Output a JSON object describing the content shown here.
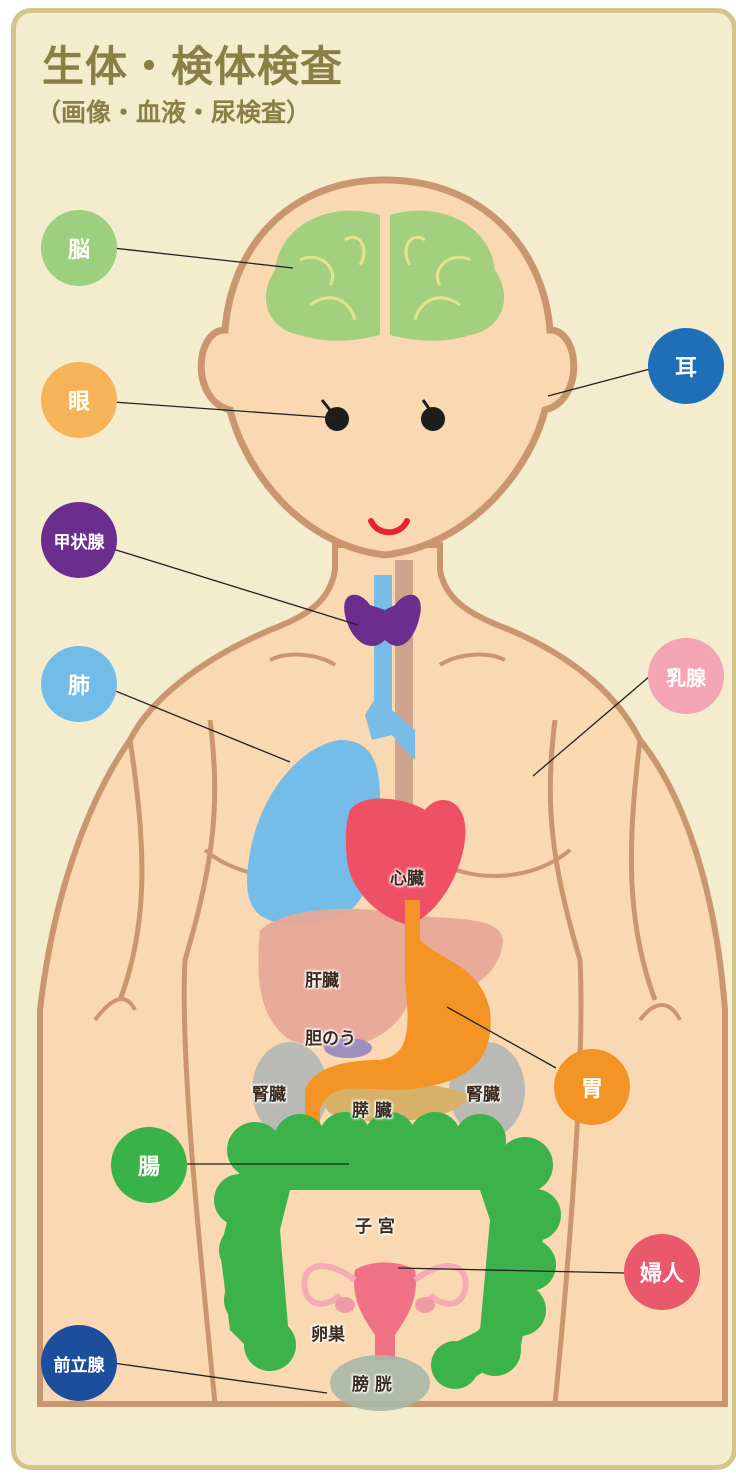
{
  "header": {
    "title": "生体・検体検査",
    "subtitle": "（画像・血液・尿検査）"
  },
  "callouts": [
    {
      "id": "brain",
      "label": "脳",
      "color": "#9ccf7e"
    },
    {
      "id": "eye",
      "label": "眼",
      "color": "#f6b358"
    },
    {
      "id": "thyroid",
      "label": "甲状腺",
      "color": "#6b2d8e"
    },
    {
      "id": "lung",
      "label": "肺",
      "color": "#72bde8"
    },
    {
      "id": "ear",
      "label": "耳",
      "color": "#1f6fb8"
    },
    {
      "id": "breast",
      "label": "乳腺",
      "color": "#f3a5b3"
    },
    {
      "id": "stomach",
      "label": "胃",
      "color": "#f39424"
    },
    {
      "id": "intestine",
      "label": "腸",
      "color": "#3ab24a"
    },
    {
      "id": "gynecology",
      "label": "婦人",
      "color": "#e9586b"
    },
    {
      "id": "prostate",
      "label": "前立腺",
      "color": "#1d4e9c"
    }
  ],
  "organ_labels": {
    "heart": "心臓",
    "liver": "肝臓",
    "gallbladder": "胆のう",
    "kidney_left": "腎臓",
    "kidney_right": "腎臓",
    "pancreas": "膵 臓",
    "uterus": "子 宮",
    "ovary": "卵巣",
    "bladder": "膀 胱"
  }
}
